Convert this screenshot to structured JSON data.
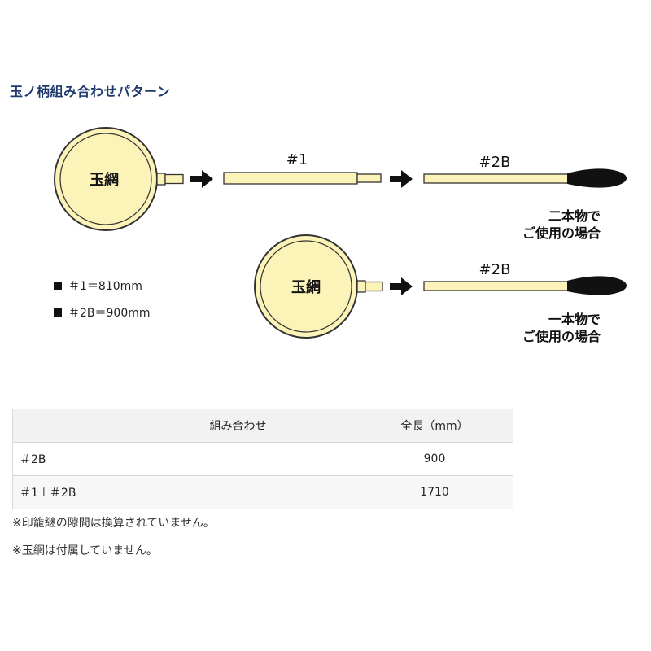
{
  "title": "玉ノ柄組み合わせパターン",
  "diagram": {
    "net_label": "玉網",
    "section1_label": "#1",
    "section2b_label": "#2B",
    "case_two_piece": [
      "二本物で",
      "ご使用の場合"
    ],
    "case_one_piece": [
      "一本物で",
      "ご使用の場合"
    ]
  },
  "legend": [
    "＃1＝810mm",
    "＃2B＝900mm"
  ],
  "table": {
    "headers": [
      "組み合わせ",
      "全長（mm）"
    ],
    "rows": [
      [
        "＃2B",
        "900"
      ],
      [
        "＃1＋＃2B",
        "1710"
      ]
    ]
  },
  "notes": [
    "※印籠継の隙間は換算されていません。",
    "※玉網は付属していません。"
  ],
  "colors": {
    "title": "#1f3a6e",
    "net_fill": "#fcf3b8",
    "pole_fill": "#fcf3b8",
    "grip_fill": "#111111"
  }
}
